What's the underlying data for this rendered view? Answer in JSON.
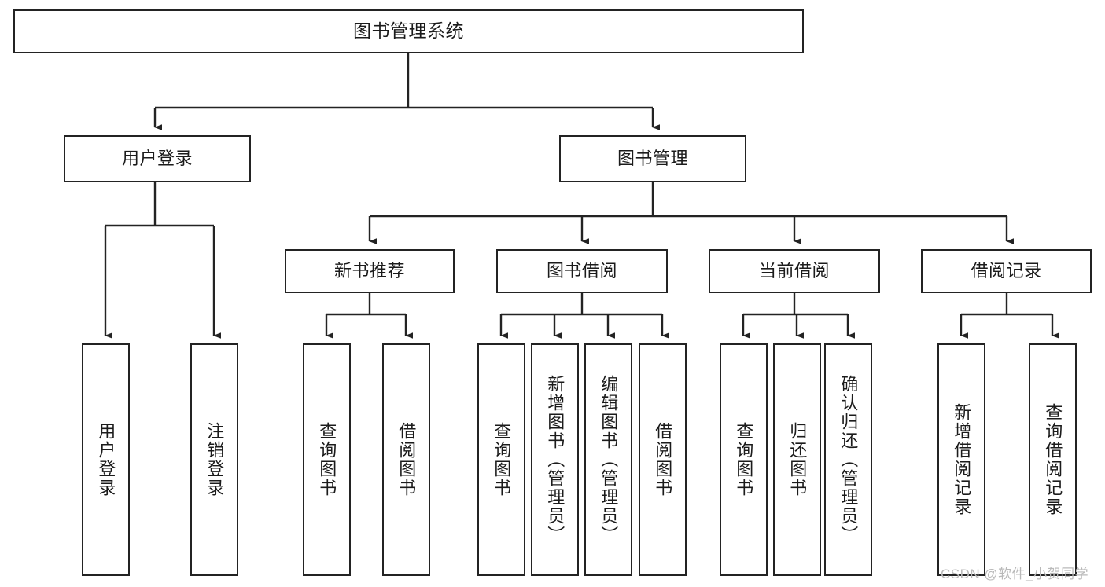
{
  "diagram": {
    "title": "图书管理系统",
    "type": "功能结构图",
    "watermark": "CSDN @软件_小贺同学",
    "colors": {
      "box_border": "#232323",
      "box_fill": "#ffffff",
      "edge": "#232323",
      "text": "#1b1b1b",
      "watermark": "#b9b9b9"
    },
    "levels": {
      "root": {
        "label": "图书管理系统"
      },
      "level2": [
        {
          "id": "user-login",
          "label": "用户登录"
        },
        {
          "id": "book-manage",
          "label": "图书管理"
        }
      ],
      "level3": [
        {
          "id": "new-book-recommend",
          "label": "新书推荐"
        },
        {
          "id": "book-borrow",
          "label": "图书借阅"
        },
        {
          "id": "current-borrow",
          "label": "当前借阅"
        },
        {
          "id": "borrow-record",
          "label": "借阅记录"
        }
      ],
      "leaves": [
        {
          "id": "leaf-user-login",
          "label": "用户登录",
          "parent": "user-login"
        },
        {
          "id": "leaf-logout-login",
          "label": "注销登录",
          "parent": "user-login"
        },
        {
          "id": "leaf-query-book-1",
          "label": "查询图书",
          "parent": "new-book-recommend"
        },
        {
          "id": "leaf-borrow-book-1",
          "label": "借阅图书",
          "parent": "new-book-recommend"
        },
        {
          "id": "leaf-query-book-2",
          "label": "查询图书",
          "parent": "book-borrow"
        },
        {
          "id": "leaf-add-book",
          "label": "新增图书（管理员）",
          "parent": "book-borrow"
        },
        {
          "id": "leaf-edit-book",
          "label": "编辑图书（管理员）",
          "parent": "book-borrow"
        },
        {
          "id": "leaf-borrow-book-2",
          "label": "借阅图书",
          "parent": "book-borrow"
        },
        {
          "id": "leaf-query-book-3",
          "label": "查询图书",
          "parent": "current-borrow"
        },
        {
          "id": "leaf-return-book",
          "label": "归还图书",
          "parent": "current-borrow"
        },
        {
          "id": "leaf-confirm-return",
          "label": "确认归还（管理员）",
          "parent": "current-borrow"
        },
        {
          "id": "leaf-add-record",
          "label": "新增借阅记录",
          "parent": "borrow-record"
        },
        {
          "id": "leaf-query-record",
          "label": "查询借阅记录",
          "parent": "borrow-record"
        }
      ]
    }
  }
}
